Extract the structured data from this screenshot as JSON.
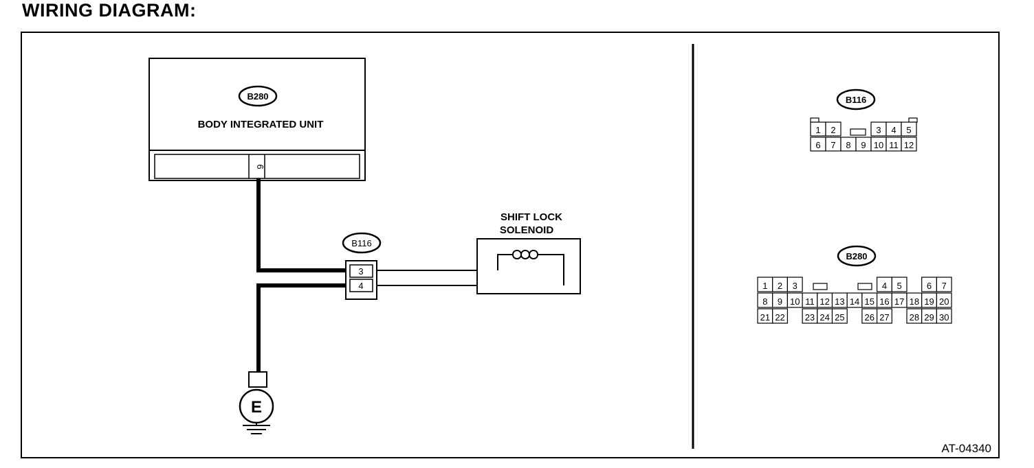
{
  "page": {
    "title": "WIRING DIAGRAM:",
    "ref_code": "AT-04340"
  },
  "body_integrated_unit": {
    "connector_id": "B280",
    "name": "BODY INTEGRATED UNIT",
    "pin": "6"
  },
  "harness_connector": {
    "connector_id": "B116",
    "pins": [
      "3",
      "4"
    ]
  },
  "shift_lock_solenoid": {
    "name_line1": "SHIFT LOCK",
    "name_line2": "SOLENOID"
  },
  "ground": {
    "label": "E"
  },
  "connector_views": {
    "b116": {
      "id": "B116",
      "row1": [
        "1",
        "2",
        "",
        "3",
        "4",
        "5"
      ],
      "row2": [
        "6",
        "7",
        "8",
        "9",
        "10",
        "11",
        "12"
      ]
    },
    "b280": {
      "id": "B280",
      "row1": [
        "1",
        "2",
        "3",
        "4",
        "5",
        "6",
        "7"
      ],
      "row2": [
        "8",
        "9",
        "10",
        "11",
        "12",
        "13",
        "14",
        "15",
        "16",
        "17",
        "18",
        "19",
        "20"
      ],
      "row3": [
        "21",
        "22",
        "23",
        "24",
        "25",
        "26",
        "27",
        "28",
        "29",
        "30"
      ]
    }
  }
}
